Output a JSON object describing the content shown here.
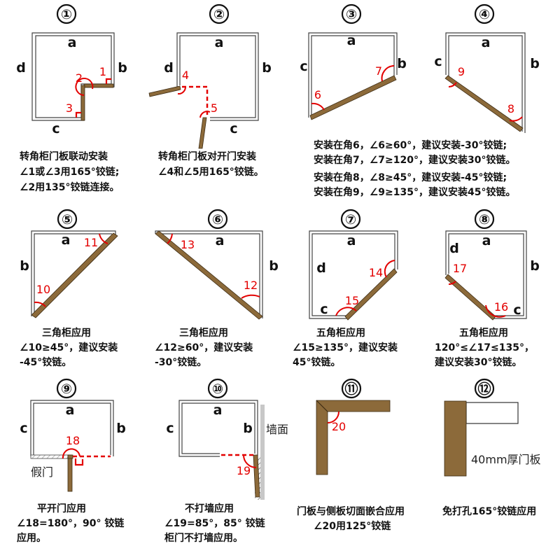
{
  "panels": [
    {
      "number": "①",
      "sides": {
        "a": "a",
        "b": "b",
        "c": "c",
        "d": "d"
      },
      "angles": [
        "1",
        "2",
        "3"
      ],
      "caption": [
        "转角柜门板联动安装",
        "∠1或∠3用165°铰链;",
        "∠2用135°铰链连接。"
      ]
    },
    {
      "number": "②",
      "sides": {
        "a": "a",
        "b": "b",
        "c": "c",
        "d": "d"
      },
      "angles": [
        "4",
        "5"
      ],
      "caption": [
        "转角柜门板对开门安装",
        "∠4和∠5用165°铰链。"
      ]
    },
    {
      "number": "③",
      "sides": {
        "a": "a",
        "b": "b",
        "c": "c"
      },
      "angles": [
        "6",
        "7"
      ]
    },
    {
      "number": "④",
      "sides": {
        "a": "a",
        "b": "b",
        "c": "c"
      },
      "angles": [
        "8",
        "9"
      ]
    },
    {
      "number": "⑤",
      "sides": {
        "a": "a",
        "b": "b"
      },
      "angles": [
        "10",
        "11"
      ],
      "caption": [
        "三角柜应用",
        "∠10≥45°，建议安装",
        "-45°铰链。"
      ]
    },
    {
      "number": "⑥",
      "sides": {
        "a": "a",
        "b": "b"
      },
      "angles": [
        "12",
        "13"
      ],
      "caption": [
        "三角柜应用",
        "∠12≥60°，建议安装",
        "-30°铰链。"
      ]
    },
    {
      "number": "⑦",
      "sides": {
        "a": "a",
        "c": "c",
        "d": "d"
      },
      "angles": [
        "14",
        "15"
      ],
      "caption": [
        "五角柜应用",
        "∠15≥135°，建议安装",
        "45°铰链。"
      ]
    },
    {
      "number": "⑧",
      "sides": {
        "a": "a",
        "b": "b",
        "c": "c",
        "d": "d"
      },
      "angles": [
        "16",
        "17"
      ],
      "caption": [
        "五角柜应用",
        "120°≤∠17≤135°，",
        "建议安装30°铰链。"
      ]
    },
    {
      "number": "⑨",
      "sides": {
        "a": "a",
        "b": "b",
        "c": "c"
      },
      "angles": [
        "18"
      ],
      "extra": "假门",
      "caption": [
        "平开门应用",
        "∠18=180°，90° 铰链",
        "应用。"
      ]
    },
    {
      "number": "⑩",
      "sides": {
        "a": "a",
        "b": "b",
        "c": "c"
      },
      "angles": [
        "19"
      ],
      "extra": "墙面",
      "caption": [
        "不打墙应用",
        "∠19=85°，85° 铰链",
        "柜门不打墙应用。"
      ]
    },
    {
      "number": "⑪",
      "angles": [
        "20"
      ],
      "caption": [
        "门板与侧板切面嵌合应用",
        "∠20用125°铰链"
      ]
    },
    {
      "number": "⑫",
      "extra": "40mm厚门板",
      "caption": [
        "免打孔165°铰链应用"
      ]
    }
  ],
  "notes_34": [
    "安装在角6，∠6≥60°，建议安装-30°铰链;",
    "安装在角7，∠7≥120°，建议安装30°铰链。",
    "安装在角8，∠8≥45°，建议安装-45°铰链;",
    "安装在角9，∠9≥135°，建议安装45°铰链。"
  ],
  "colors": {
    "accent": "#e30000",
    "wood": "#8c6a3a",
    "wall": "#444444"
  }
}
